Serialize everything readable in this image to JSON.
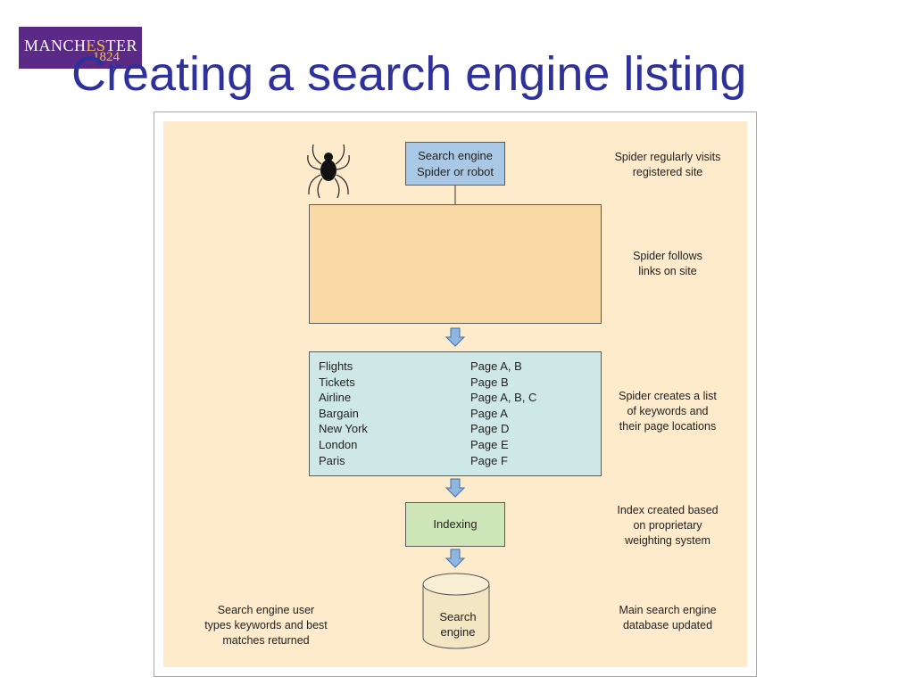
{
  "logo": {
    "name_pre": "MANCH",
    "name_accent": "ES",
    "name_post": "TER",
    "year": "1824"
  },
  "title": "Creating a search engine listing",
  "diagram": {
    "spider_box": "Search engine\nSpider or robot",
    "keywords": [
      {
        "word": "Flights",
        "pages": "Page A, B"
      },
      {
        "word": "Tickets",
        "pages": "Page B"
      },
      {
        "word": "Airline",
        "pages": "Page A, B, C"
      },
      {
        "word": "Bargain",
        "pages": "Page A"
      },
      {
        "word": "New York",
        "pages": "Page D"
      },
      {
        "word": "London",
        "pages": "Page E"
      },
      {
        "word": "Paris",
        "pages": "Page F"
      }
    ],
    "indexing_box": "Indexing",
    "database": "Search\nengine",
    "notes": {
      "spider_visits": "Spider regularly visits\nregistered site",
      "spider_follows": "Spider follows\nlinks on site",
      "spider_list": "Spider creates a list\nof keywords and\ntheir page locations",
      "index_created": "Index created based\non proprietary\nweighting system",
      "database_updated": "Main search engine\ndatabase updated",
      "user_search": "Search engine user\ntypes keywords and best\nmatches returned"
    },
    "colors": {
      "panel": "#fdebcb",
      "spider_box": "#a9c8e6",
      "site_box": "#fbd9a6",
      "page_node": "#f6c9b4",
      "keyword_box": "#cde8e6",
      "indexing_box": "#cfe6b8",
      "database": "#f3e6c3",
      "arrow": "#8fb6e0",
      "title": "#2d3199",
      "logo_bg": "#5b2a86",
      "logo_accent": "#f5c242"
    }
  }
}
